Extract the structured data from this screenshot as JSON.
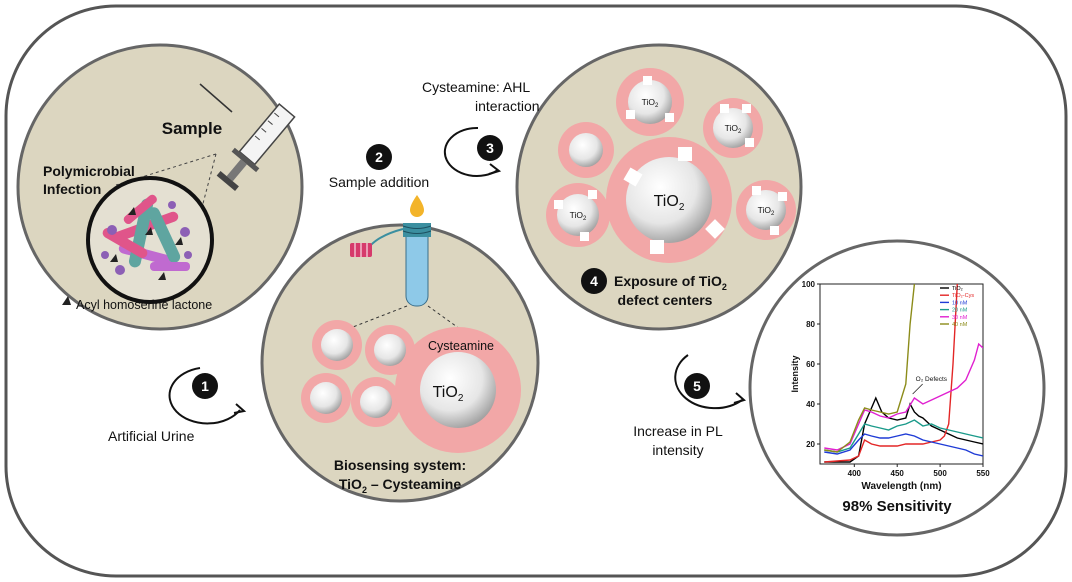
{
  "labels": {
    "sample": "Sample",
    "polymicrobial_line1": "Polymicrobial",
    "polymicrobial_line2": "Infection",
    "ahl": "Acyl homoserine lactone",
    "sample_addition": "Sample addition",
    "cysteamine_ahl_line1": "Cysteamine: AHL",
    "cysteamine_ahl_line2": "interaction",
    "cysteamine": "Cysteamine",
    "tio2": "TiO",
    "tio2_sub": "2",
    "biosensing_line1": "Biosensing system:",
    "biosensing_line2a": "TiO",
    "biosensing_line2b": "2",
    "biosensing_line2c": " – Cysteamine",
    "exposure_line1a": "Exposure of TiO",
    "exposure_line1b": "2",
    "exposure_line2": "defect centers",
    "artificial_urine": "Artificial Urine",
    "increase_line1": "Increase in PL",
    "increase_line2": "intensity",
    "sensitivity": "98% Sensitivity"
  },
  "steps": [
    "1",
    "2",
    "3",
    "4",
    "5"
  ],
  "colors": {
    "circle_fill": "#dcd6c0",
    "circle_stroke": "#666666",
    "halo": "#f2a7a7",
    "tube": "#8ec9e8",
    "cap": "#d63a6b"
  },
  "chart_data": {
    "type": "line",
    "xlabel": "Wavelength (nm)",
    "ylabel": "Intensity",
    "xlim": [
      360,
      550
    ],
    "ylim": [
      10,
      100
    ],
    "xticks": [
      400,
      450,
      500,
      550
    ],
    "yticks": [
      20,
      40,
      60,
      80,
      100
    ],
    "annotation": "O₂ Defects",
    "series": [
      {
        "name": "TiO₂",
        "color": "#000000",
        "x": [
          365,
          395,
          405,
          412,
          420,
          425,
          432,
          440,
          450,
          460,
          465,
          470,
          475,
          480,
          490,
          500,
          510,
          520,
          530,
          540,
          550
        ],
        "y": [
          11,
          11,
          14,
          30,
          38,
          43,
          36,
          33,
          32,
          33,
          40,
          36,
          34,
          33,
          29,
          27,
          25,
          23,
          22,
          21,
          20
        ]
      },
      {
        "name": "TiO₂-Cys",
        "color": "#e32626",
        "x": [
          365,
          395,
          405,
          412,
          420,
          430,
          440,
          450,
          460,
          470,
          480,
          490,
          500,
          505,
          510,
          515,
          520
        ],
        "y": [
          11,
          12,
          14,
          22,
          20,
          19,
          19,
          19,
          20,
          20,
          20,
          21,
          22,
          24,
          30,
          60,
          100
        ]
      },
      {
        "name": "10 nM",
        "color": "#1f3bd6",
        "x": [
          365,
          380,
          395,
          405,
          412,
          420,
          430,
          440,
          450,
          460,
          470,
          480,
          490,
          500,
          510,
          520,
          530,
          540,
          550
        ],
        "y": [
          16,
          15,
          17,
          22,
          25,
          24,
          23,
          23,
          24,
          25,
          24,
          22,
          21,
          20,
          19,
          18,
          17,
          15,
          14
        ]
      },
      {
        "name": "20 nM",
        "color": "#1a9a8a",
        "x": [
          365,
          380,
          395,
          405,
          412,
          420,
          430,
          440,
          450,
          460,
          470,
          480,
          490,
          500,
          510,
          520,
          530,
          540,
          550
        ],
        "y": [
          17,
          16,
          18,
          25,
          30,
          29,
          28,
          27,
          29,
          30,
          32,
          29,
          30,
          28,
          27,
          26,
          25,
          24,
          23
        ]
      },
      {
        "name": "30 nM",
        "color": "#e020d0",
        "x": [
          365,
          380,
          395,
          405,
          412,
          420,
          430,
          440,
          450,
          460,
          470,
          480,
          490,
          500,
          510,
          520,
          530,
          540,
          545,
          550
        ],
        "y": [
          18,
          17,
          20,
          30,
          37,
          36,
          34,
          33,
          35,
          36,
          43,
          40,
          42,
          44,
          46,
          48,
          52,
          62,
          70,
          68
        ]
      },
      {
        "name": "40 nM",
        "color": "#8c8c1a",
        "x": [
          365,
          380,
          395,
          405,
          412,
          420,
          430,
          440,
          450,
          460,
          465,
          470
        ],
        "y": [
          17,
          16,
          21,
          32,
          38,
          37,
          36,
          35,
          36,
          50,
          80,
          100
        ]
      }
    ]
  }
}
